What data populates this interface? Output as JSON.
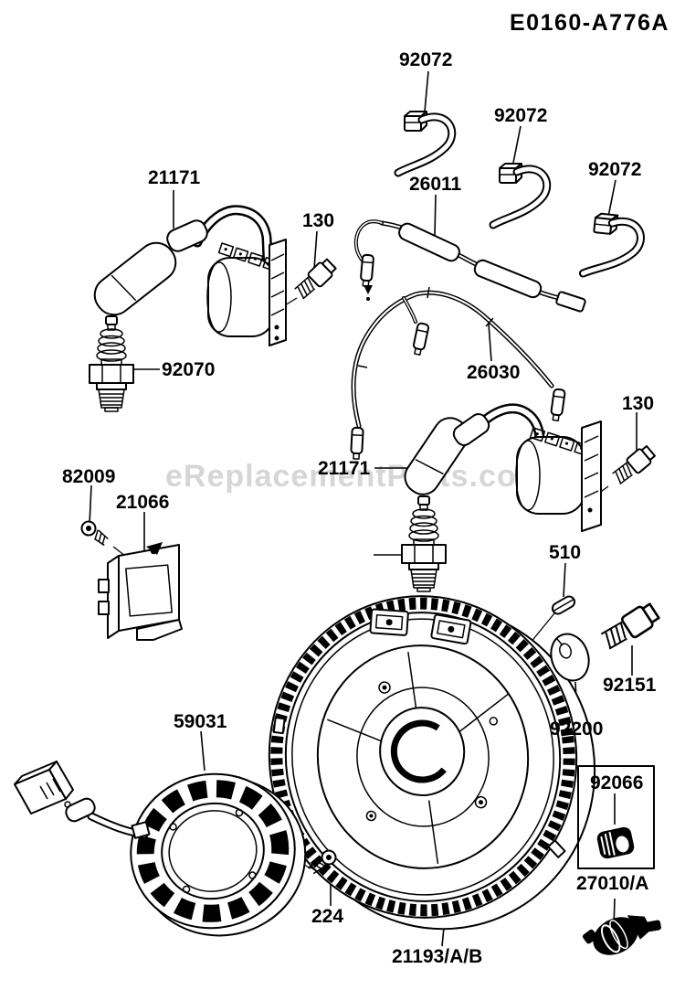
{
  "diagram": {
    "code": "E0160-A776A",
    "watermark": "eReplacementParts.com",
    "labels": [
      {
        "text": "92072"
      },
      {
        "text": "92072"
      },
      {
        "text": "92072"
      },
      {
        "text": "21171"
      },
      {
        "text": "26011"
      },
      {
        "text": "130"
      },
      {
        "text": "92070"
      },
      {
        "text": "26030"
      },
      {
        "text": "21171"
      },
      {
        "text": "130"
      },
      {
        "text": "82009"
      },
      {
        "text": "21066"
      },
      {
        "text": "510"
      },
      {
        "text": "92151"
      },
      {
        "text": "92200"
      },
      {
        "text": "59031"
      },
      {
        "text": "92066"
      },
      {
        "text": "27010/A"
      },
      {
        "text": "224"
      },
      {
        "text": "21193/A/B"
      }
    ]
  }
}
